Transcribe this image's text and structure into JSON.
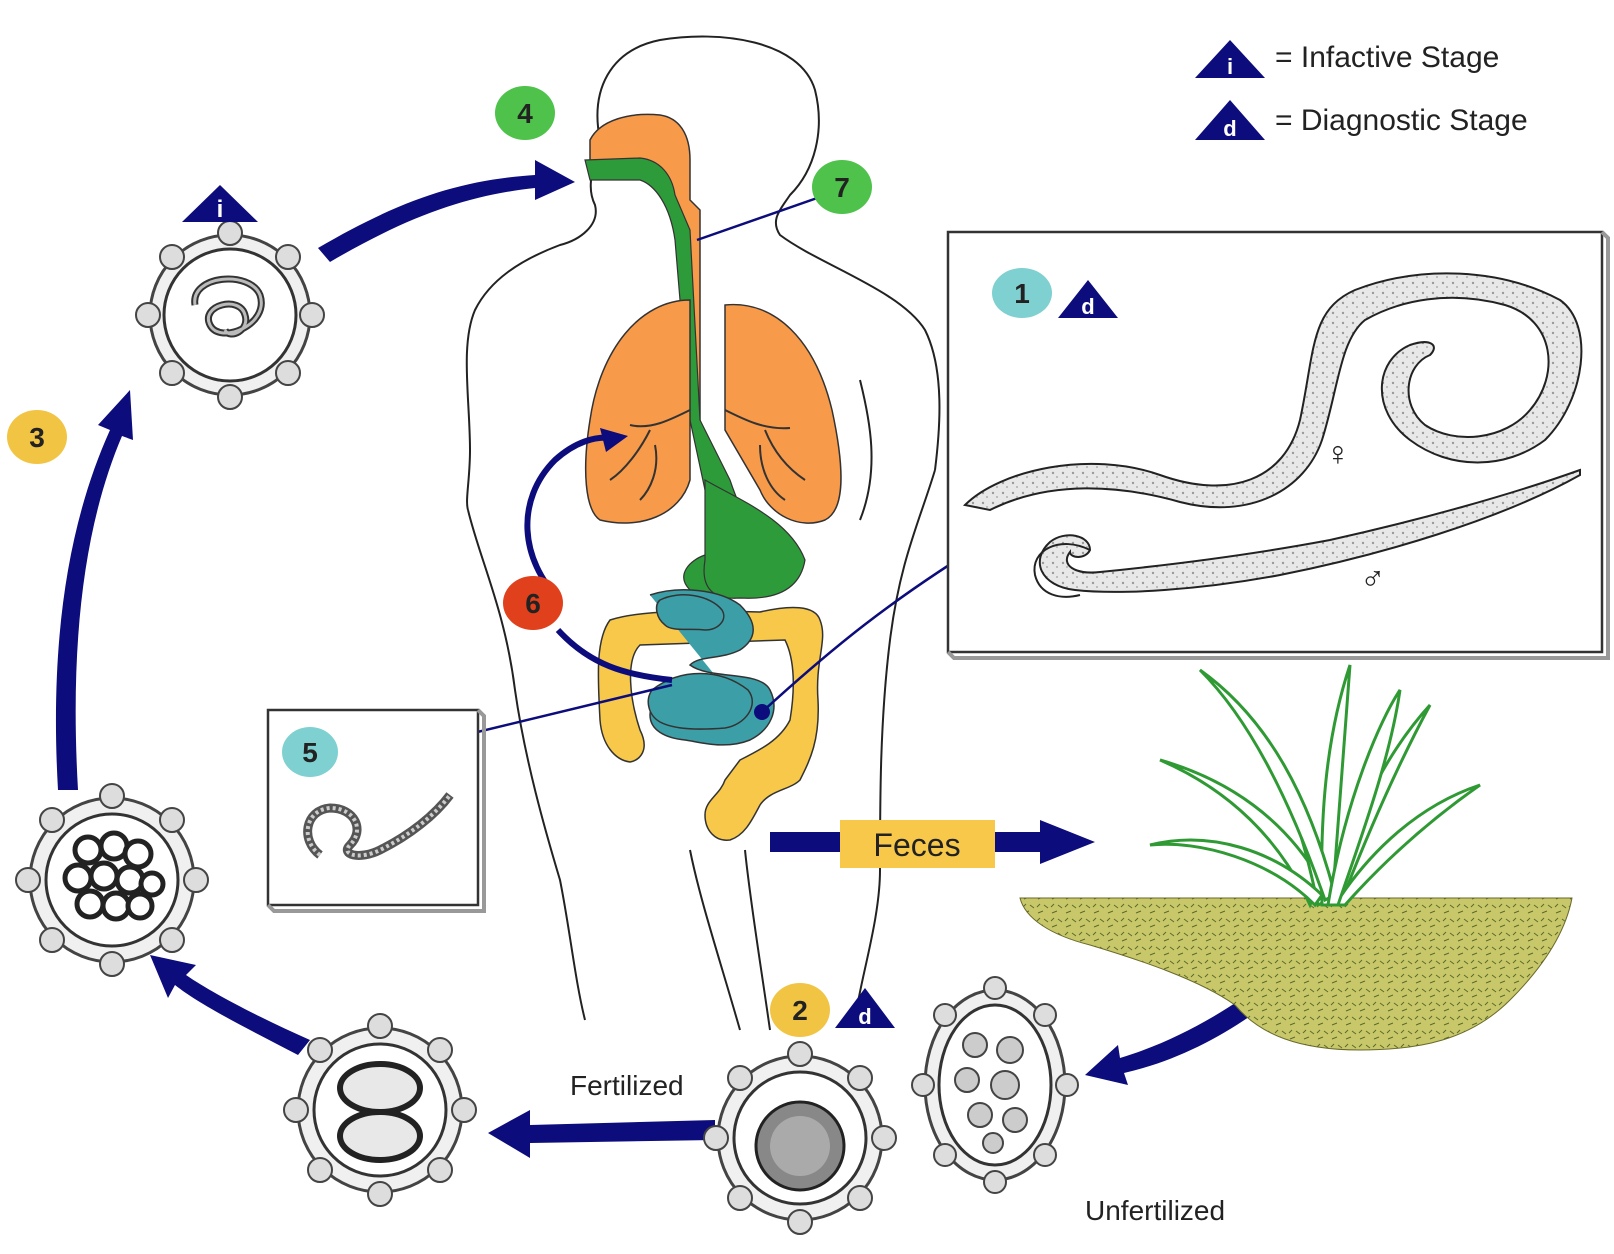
{
  "legend": {
    "infective_letter": "i",
    "infective_text": "= Infactive Stage",
    "diagnostic_letter": "d",
    "diagnostic_text": "= Diagnostic Stage"
  },
  "stages": {
    "s1": "1",
    "s2": "2",
    "s3": "3",
    "s4": "4",
    "s5": "5",
    "s6": "6",
    "s7": "7"
  },
  "labels": {
    "feces": "Feces",
    "fertilized": "Fertilized",
    "unfertilized": "Unfertilized",
    "female_symbol": "♀",
    "male_symbol": "♂"
  },
  "colors": {
    "arrow": "#0c0c7c",
    "orange_organ": "#f79a4a",
    "green_tract": "#2e9b3a",
    "yellow_intestine": "#f7c84a",
    "teal_intestine": "#3c9fa8",
    "badge_green": "#4ec24a",
    "badge_yellow": "#f2c443",
    "badge_cyan": "#7fd0d0",
    "badge_red": "#e0401c",
    "soil": "#c8c86a",
    "grass": "#2f9a34"
  }
}
